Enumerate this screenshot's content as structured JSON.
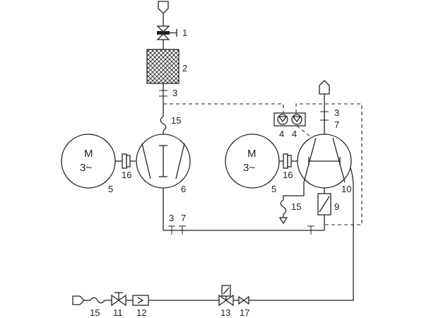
{
  "labels": {
    "valve_top": "1",
    "filter_top": "2",
    "tap_top_left": "3",
    "hose_left": "15",
    "motor_left_num": "5",
    "coupling_left": "16",
    "compressor_left": "6",
    "gauge_a": "4",
    "gauge_b": "4",
    "tap_top_right": "3",
    "tap_top_right_b": "7",
    "motor_right_num": "5",
    "coupling_right": "16",
    "compressor_right": "10",
    "hose_right": "15",
    "cooler": "9",
    "tap_bottom_a": "3",
    "tap_bottom_b": "7",
    "bottom_hose": "15",
    "bottom_valve": "11",
    "bottom_filter": "12",
    "solenoid_valve": "13",
    "check_valve": "17"
  },
  "motor_left": {
    "symbol": "M",
    "phase": "3~"
  },
  "motor_right": {
    "symbol": "M",
    "phase": "3~"
  }
}
